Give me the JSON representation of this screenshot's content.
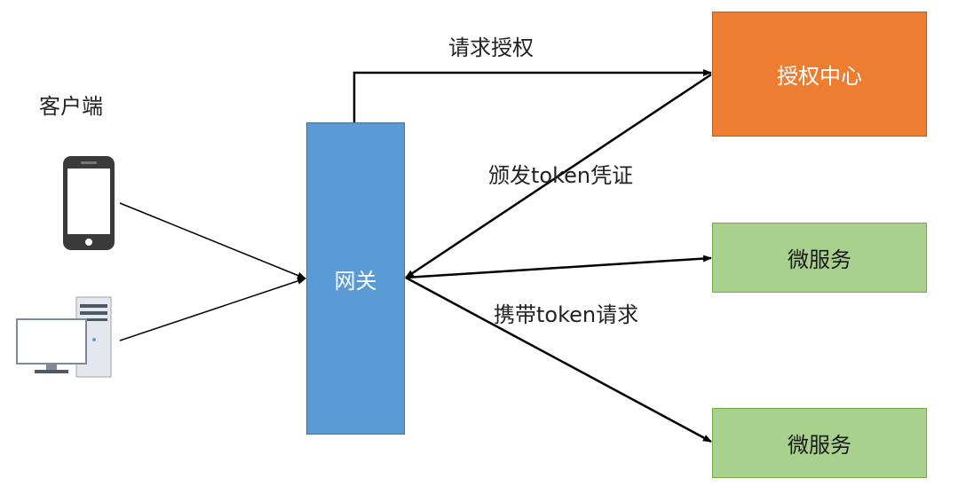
{
  "client": {
    "label": "客户端"
  },
  "gateway": {
    "label": "网关"
  },
  "auth_center": {
    "label": "授权中心"
  },
  "microservices": [
    {
      "label": "微服务"
    },
    {
      "label": "微服务"
    }
  ],
  "edges": {
    "request_auth": "请求授权",
    "issue_token": "颁发token凭证",
    "carry_token": "携带token请求"
  },
  "icons": {
    "client_devices": [
      "smartphone-icon",
      "desktop-computer-icon"
    ]
  },
  "colors": {
    "gateway": "#5b9bd5",
    "auth_center": "#ed7d31",
    "microservice": "#a9d18e"
  }
}
